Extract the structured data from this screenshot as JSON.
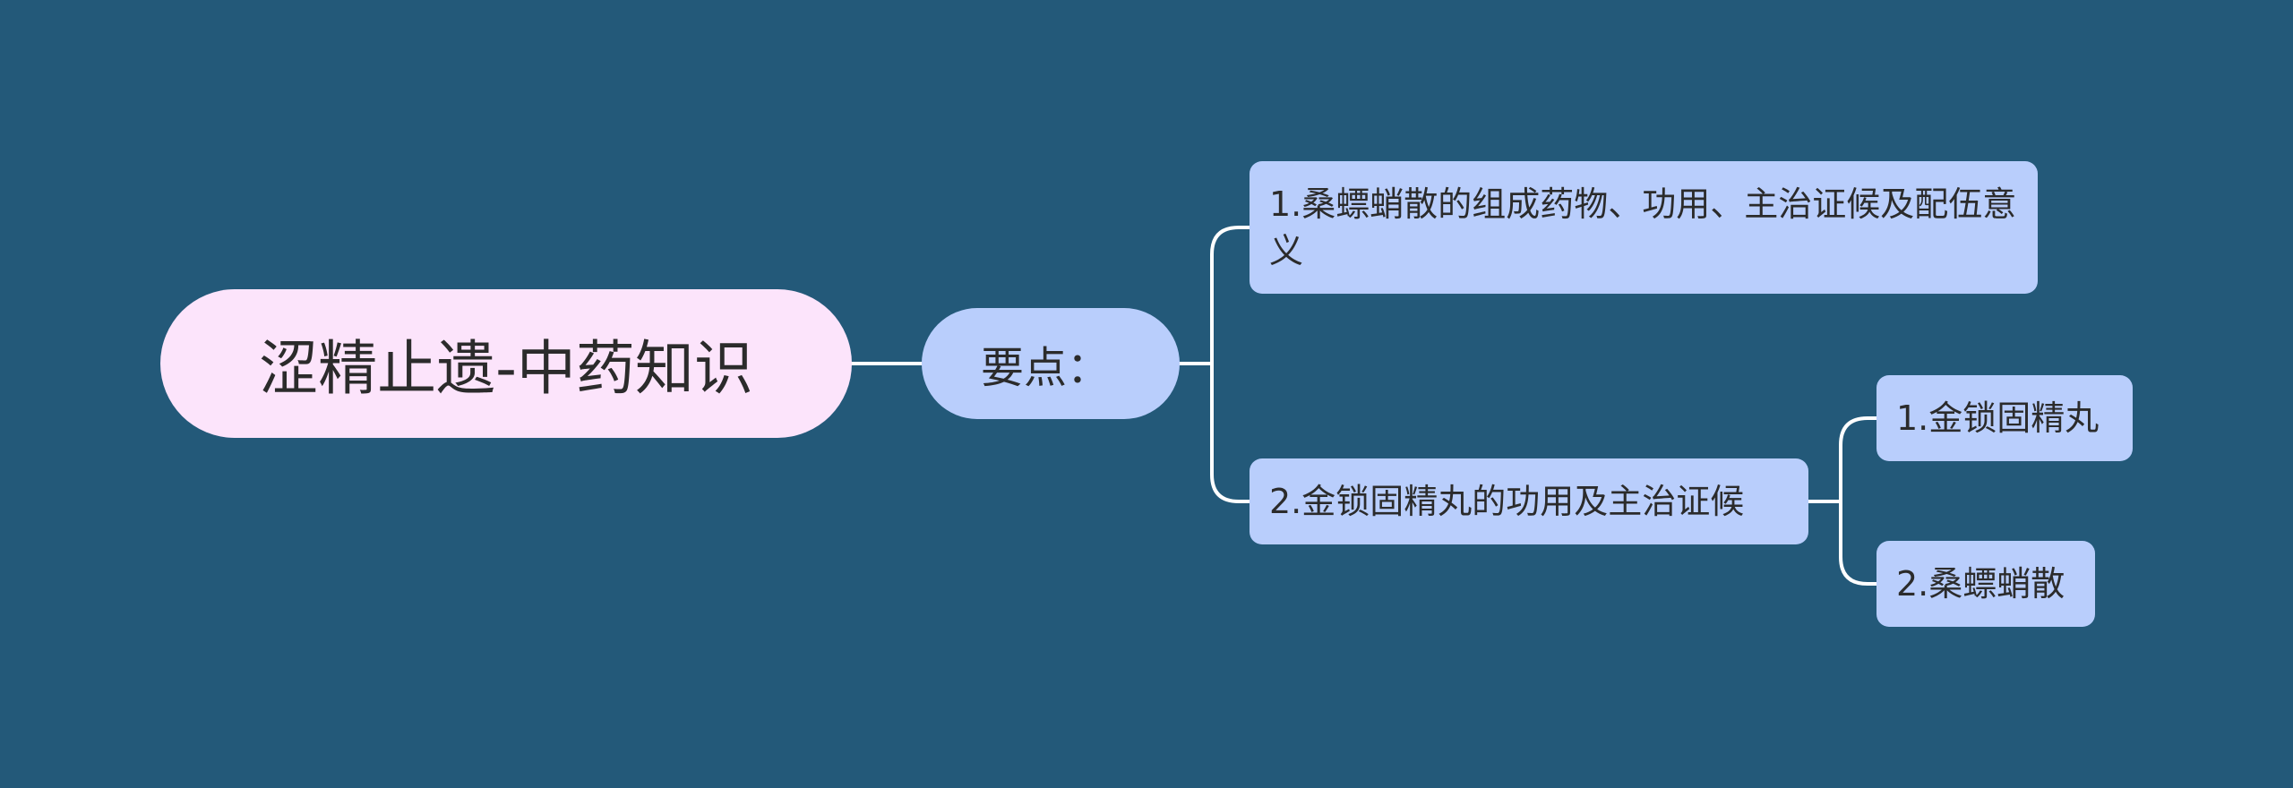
{
  "mindmap": {
    "root": {
      "label": "涩精止遗-中药知识"
    },
    "topic": {
      "label": "要点："
    },
    "branches": [
      {
        "label": "1.桑螵蛸散的组成药物、功用、主治证候及配伍意义"
      },
      {
        "label": "2.金锁固精丸的功用及主治证候"
      }
    ],
    "sub_branches": [
      {
        "label": "1.金锁固精丸"
      },
      {
        "label": "2.桑螵蛸散"
      }
    ]
  },
  "colors": {
    "background": "#235979",
    "root_fill": "#fce4fb",
    "node_fill": "#b9cefc",
    "connector": "#ffffff",
    "text": "#2b2b2b"
  }
}
